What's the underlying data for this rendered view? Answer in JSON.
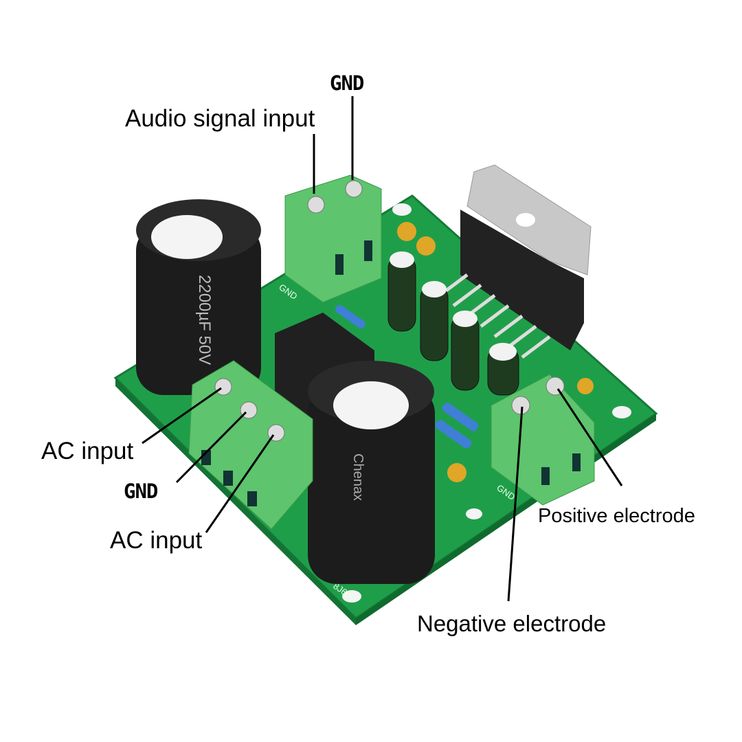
{
  "labels": {
    "gnd_top": "GND",
    "audio_signal_input": "Audio signal input",
    "ac_input_1": "AC input",
    "gnd_left": "GND",
    "ac_input_2": "AC input",
    "positive_electrode": "Positive electrode",
    "negative_electrode": "Negative electrode"
  },
  "pcb_silkscreen": {
    "gnd_1": "GND",
    "gnd_2": "GND",
    "board_code": "8J699"
  },
  "components": {
    "cap_left": "2200µF 50V",
    "cap_right_brand": "Chenax"
  },
  "colors": {
    "pcb": "#1f9e4a",
    "terminal": "#5ec46d",
    "capacitor": "#1c1c1c",
    "heatsink": "#c8c8c8"
  }
}
